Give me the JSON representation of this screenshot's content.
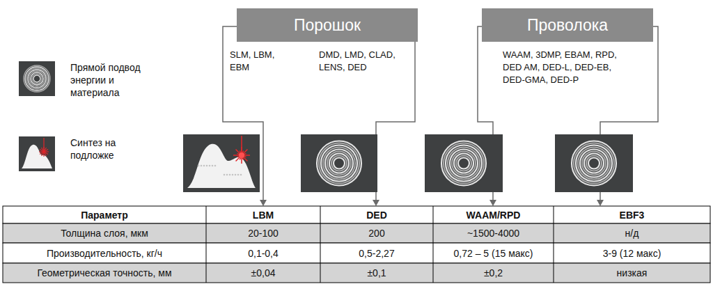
{
  "diagram": {
    "nodes": [
      {
        "text": [
          "Порошок"
        ]
      },
      {
        "text": [
          "Проволока"
        ]
      }
    ],
    "labels": [
      "SLM, LBM, EBM",
      "DMD, LMD, CLAD, LENS, DED",
      "WAAM, 3DMP, EBAM, RPD, DED AM, DED-L, DED-EB, DED-GMA, DED-P",
      "Параметр",
      "LBM",
      "DED",
      "WAAM/RPD",
      "EBF3",
      "Толщина слоя, мкм",
      "20-100",
      "200",
      "~1500-4000",
      "н/д",
      "Производительность, кг/ч",
      "0,1-0,4",
      "0,5-2,27",
      "0,72 – 5 (15 макс)",
      "3-9 (12 макс)",
      "Геометрическая точность, мм",
      "±0,04",
      "±0,1",
      "±0,2",
      "низкая"
    ],
    "legend": [
      {
        "text": "Прямой подвод энергии и материала"
      },
      {
        "text": "Синтез на подложке"
      }
    ]
  }
}
